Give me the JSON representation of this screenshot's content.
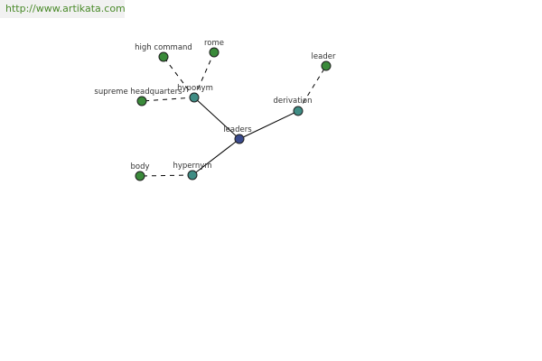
{
  "header": {
    "url": "http://www.artikata.com"
  },
  "colors": {
    "center": "#3a4a8c",
    "relation": "#3f8c84",
    "leaf": "#3a8a3a"
  },
  "graph": {
    "nodes": [
      {
        "id": "leaders",
        "label": "leaders",
        "kind": "center"
      },
      {
        "id": "hyponym",
        "label": "hyponym",
        "kind": "relation"
      },
      {
        "id": "derivation",
        "label": "derivation",
        "kind": "relation"
      },
      {
        "id": "hypernym",
        "label": "hypernym",
        "kind": "relation"
      },
      {
        "id": "high-command",
        "label": "high command",
        "kind": "leaf"
      },
      {
        "id": "rome",
        "label": "rome",
        "kind": "leaf"
      },
      {
        "id": "supreme-headquarters",
        "label": "supreme headquarters",
        "kind": "leaf"
      },
      {
        "id": "leader",
        "label": "leader",
        "kind": "leaf"
      },
      {
        "id": "body",
        "label": "body",
        "kind": "leaf"
      }
    ],
    "edges": [
      {
        "from": "leaders",
        "to": "hyponym",
        "style": "solid"
      },
      {
        "from": "leaders",
        "to": "derivation",
        "style": "solid"
      },
      {
        "from": "leaders",
        "to": "hypernym",
        "style": "solid"
      },
      {
        "from": "hyponym",
        "to": "high-command",
        "style": "dashed"
      },
      {
        "from": "hyponym",
        "to": "rome",
        "style": "dashed"
      },
      {
        "from": "hyponym",
        "to": "supreme-headquarters",
        "style": "dashed"
      },
      {
        "from": "derivation",
        "to": "leader",
        "style": "dashed"
      },
      {
        "from": "hypernym",
        "to": "body",
        "style": "dashed"
      }
    ]
  }
}
